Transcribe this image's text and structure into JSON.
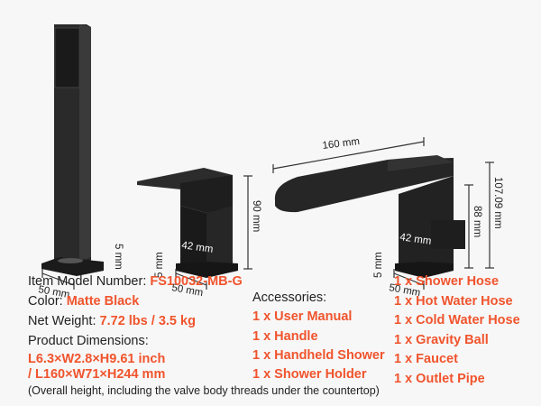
{
  "dimensions": {
    "shower_base_width": "50 mm",
    "shower_base_height": "5 mm",
    "handle_width": "42 mm",
    "handle_height": "90 mm",
    "handle_base_width": "50 mm",
    "handle_base_height": "5 mm",
    "spout_length": "160 mm",
    "spout_width": "42 mm",
    "spout_body_height": "88 mm",
    "spout_total_height": "107.09 mm",
    "spout_base_width": "50 mm",
    "spout_base_height": "5 mm"
  },
  "specs": {
    "model_label": "Item Model Number: ",
    "model_value": "FS10032-MB-G",
    "color_label": "Color: ",
    "color_value": "Matte Black",
    "weight_label": "Net Weight: ",
    "weight_value": "7.72 lbs / 3.5 kg",
    "dimensions_label": "Product Dimensions:",
    "dimensions_inch": "L6.3×W2.8×H9.61 inch",
    "dimensions_mm": "/ L160×W71×H244 mm",
    "note": "(Overall height, including the valve body threads under the countertop)"
  },
  "accessories": {
    "title": "Accessories:",
    "items": [
      "1 x User Manual",
      "1 x Handle",
      "1 x Handheld Shower",
      "1 x Shower Holder",
      "1 x Shower Hose",
      "1 x Hot Water Hose",
      "1 x Cold Water Hose",
      "1 x Gravity Ball",
      "1 x Faucet",
      "1 x Outlet Pipe"
    ]
  },
  "colors": {
    "accent": "#f0542d",
    "product": "#222222",
    "background": "#f7f7f7"
  }
}
